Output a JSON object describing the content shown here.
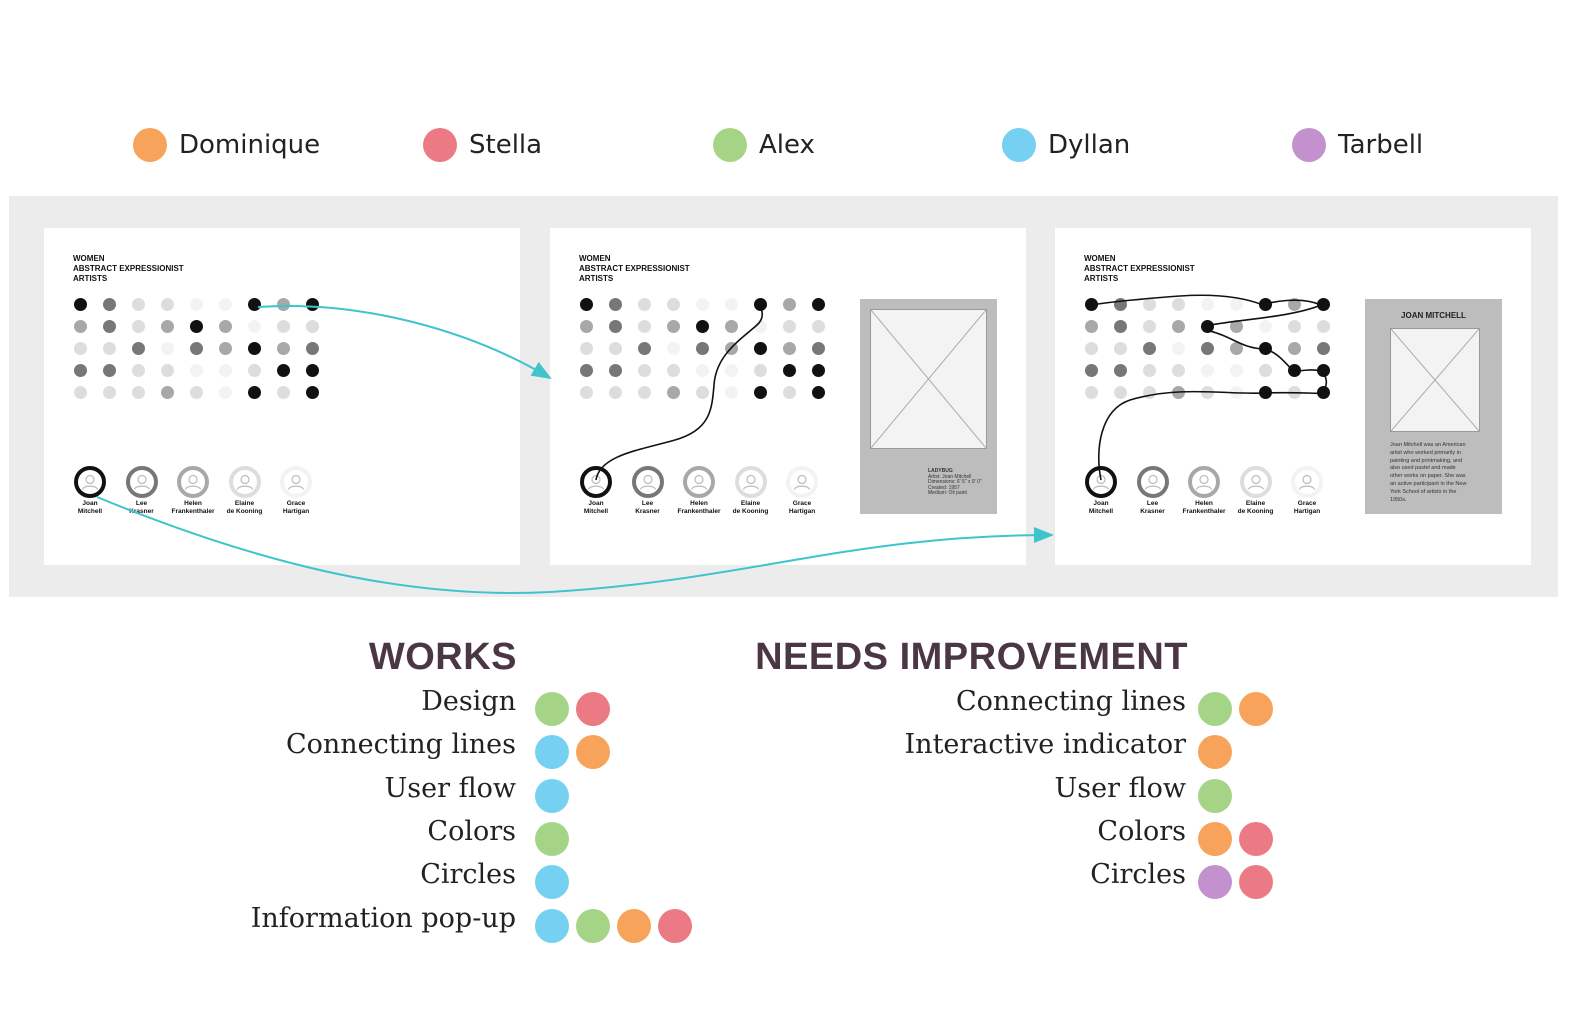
{
  "legend": [
    {
      "name": "Dominique",
      "color": "#F7A35C"
    },
    {
      "name": "Stella",
      "color": "#EC7A84"
    },
    {
      "name": "Alex",
      "color": "#A6D487"
    },
    {
      "name": "Dyllan",
      "color": "#76D0F2"
    },
    {
      "name": "Tarbell",
      "color": "#C392CE"
    }
  ],
  "wireframe": {
    "title_lines": [
      "WOMEN",
      "ABSTRACT EXPRESSIONIST",
      "ARTISTS"
    ],
    "dot_grid_shades": [
      [
        "#111111",
        "#777777",
        "#dddddd",
        "#dddddd",
        "#f3f3f3",
        "#f3f3f3",
        "#111111",
        "#a8a8a8",
        "#111111"
      ],
      [
        "#a8a8a8",
        "#777777",
        "#dddddd",
        "#a8a8a8",
        "#111111",
        "#a8a8a8",
        "#f3f3f3",
        "#dddddd",
        "#dddddd"
      ],
      [
        "#dddddd",
        "#dddddd",
        "#777777",
        "#f3f3f3",
        "#777777",
        "#a8a8a8",
        "#111111",
        "#a8a8a8",
        "#777777"
      ],
      [
        "#777777",
        "#777777",
        "#dddddd",
        "#dddddd",
        "#f3f3f3",
        "#f3f3f3",
        "#dddddd",
        "#111111",
        "#111111"
      ],
      [
        "#dddddd",
        "#dddddd",
        "#dddddd",
        "#a8a8a8",
        "#dddddd",
        "#f3f3f3",
        "#111111",
        "#dddddd",
        "#111111"
      ]
    ],
    "artists": [
      {
        "lines": [
          "Joan",
          "Mitchell"
        ],
        "ring": "#111111"
      },
      {
        "lines": [
          "Lee",
          "Krasner"
        ],
        "ring": "#777777"
      },
      {
        "lines": [
          "Helen",
          "Frankenthaler"
        ],
        "ring": "#a8a8a8"
      },
      {
        "lines": [
          "Elaine",
          "de Kooning"
        ],
        "ring": "#dddddd"
      },
      {
        "lines": [
          "Grace",
          "Hartigan"
        ],
        "ring": "#f3f3f3"
      }
    ],
    "artwork_caption": [
      "LADYBUG",
      "Artist: Joan Mitchell",
      "Dimensions: 6' 5\" x 9' 0\"",
      "Created: 1957",
      "Medium: Oil paint"
    ],
    "artist_popup": {
      "heading": "JOAN MITCHELL",
      "bio_lines": [
        "Joan Mitchell was an American",
        "artist who worked primarily in",
        "painting and printmaking, and",
        "also used pastel and made",
        "other works on paper. She was",
        "an active participant in the New",
        "York School of artists in the",
        "1950s."
      ]
    }
  },
  "works": {
    "title": "WORKS",
    "rows": [
      {
        "label": "Design",
        "voters": [
          "Alex",
          "Stella"
        ]
      },
      {
        "label": "Connecting lines",
        "voters": [
          "Dyllan",
          "Dominique"
        ]
      },
      {
        "label": "User flow",
        "voters": [
          "Dyllan"
        ]
      },
      {
        "label": "Colors",
        "voters": [
          "Alex"
        ]
      },
      {
        "label": "Circles",
        "voters": [
          "Dyllan"
        ]
      },
      {
        "label": "Information pop-up",
        "voters": [
          "Dyllan",
          "Alex",
          "Dominique",
          "Stella"
        ]
      }
    ]
  },
  "needs_improvement": {
    "title": "NEEDS IMPROVEMENT",
    "rows": [
      {
        "label": "Connecting lines",
        "voters": [
          "Alex",
          "Dominique"
        ]
      },
      {
        "label": "Interactive indicator",
        "voters": [
          "Dominique"
        ]
      },
      {
        "label": "User flow",
        "voters": [
          "Alex"
        ]
      },
      {
        "label": "Colors",
        "voters": [
          "Dominique",
          "Stella"
        ]
      },
      {
        "label": "Circles",
        "voters": [
          "Tarbell",
          "Stella"
        ]
      }
    ]
  },
  "colors": {
    "band": "#ececec",
    "flow_arrow": "#3fc4cc",
    "section_title": "#4a3743"
  }
}
